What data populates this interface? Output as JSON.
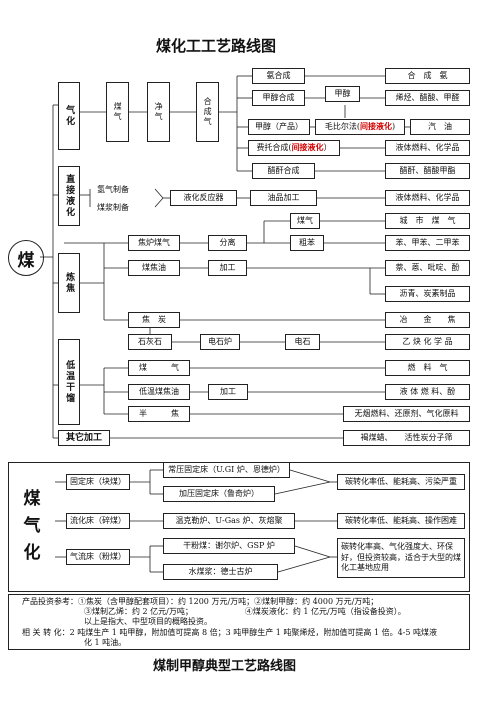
{
  "title": "煤化工工艺路线图",
  "footer_title": "煤制甲醇典型工艺路线图",
  "root": "煤",
  "branches": {
    "gas": "气化",
    "direct": "直接液化",
    "coking": "炼焦",
    "lowtemp": "低温干馏",
    "other": "其它加工"
  },
  "gas_chain": {
    "coal": "煤气",
    "clean": "净气",
    "synth": "合成气"
  },
  "gas_routes": {
    "ammonia": "氨合成",
    "methanol_syn": "甲醇合成",
    "methanol": "甲醇",
    "methanol_prod": "甲醇（产品）",
    "mobil": "毛比尔法(",
    "mobil_red": "间接液化",
    "mobil_end": ")",
    "ft": "费托合成(",
    "ft_red": "间接液化",
    "ft_end": "）",
    "carbonyl": "醋酐合成"
  },
  "gas_products": {
    "ammonia": "合　成　氨",
    "olefins": "烯烃、醋酸、甲醛",
    "gasoline": "汽　油",
    "liquid_fuel": "液体燃料、化学品",
    "acetic": "醋酐、醋酸甲酯"
  },
  "direct_routes": {
    "h2": "氢气制备",
    "slurry": "煤浆制备",
    "reactor": "液化反应器",
    "oil": "油品加工",
    "product": "液体燃料、化学品"
  },
  "coking_routes": {
    "coke_gas": "焦炉煤气",
    "separate": "分离",
    "gas": "煤气",
    "city_gas": "城　市　煤　气",
    "crude_benzene": "粗苯",
    "benzene": "苯、甲苯、二甲苯",
    "tar": "煤焦油",
    "process": "加工",
    "naphthalene": "萘、蒽、吡啶、酚",
    "pitch": "沥青、炭素制品",
    "coke": "焦　炭",
    "metallurgy": "冶　　金　　焦",
    "lime": "石灰石",
    "furnace": "电石炉",
    "carbide": "电石",
    "pvc": "乙 炔 化 学 品"
  },
  "lowtemp_routes": {
    "gas": "煤　　　气",
    "gas_fuel": "燃　料　气",
    "tar": "低温煤焦油",
    "process": "加工",
    "liquid": "液 体 燃 料、酚",
    "semi_coke": "半　　　焦",
    "smokeless": "无烟燃料、还原剂、气化原料"
  },
  "other_product": "褐煤蜡、　　活性炭分子筛",
  "gasifier": {
    "heading": "煤气化",
    "fixed_bed": "固定床（块煤）",
    "fixed_atm": "常压固定床（U.GI 炉、恩德炉）",
    "fixed_press": "加压固定床（鲁奇炉）",
    "fixed_note": "碳转化率低、能耗高、污染严重",
    "fluid_bed": "流化床（碎煤）",
    "fluid_types": "温克勒炉、U-Gas 炉、灰熔聚",
    "fluid_note": "碳转化率低、能耗高、操作困难",
    "entrained": "气流床（粉煤）",
    "dry_feed": "干粉煤：谢尔炉、GSP 炉",
    "slurry_feed": "水煤浆：德士古炉",
    "entrained_note": "碳转化率高、气化强度大、环保好，但投资较高，适合于大型的煤化工基地应用"
  },
  "notes": {
    "line1": "产品投资参考：①焦炭（含甲醇配套项目）：约 1200 万元/万吨；②煤制甲醇：约 4000 万元/万吨；",
    "line2": "③煤制乙烯：约 2 亿元/万吨；　　　　　　　④煤炭液化：约 1 亿元/万吨（指设备投资）。",
    "line3": "以上是指大、中型项目的概略投资。",
    "line4": "相 关 转 化：2 吨煤生产 1 吨甲醇，附加值可提高 8 倍；3 吨甲醇生产 1 吨聚烯烃，附加值可提高 1 倍。4-5 吨煤液",
    "line5": "化 1 吨油。"
  }
}
